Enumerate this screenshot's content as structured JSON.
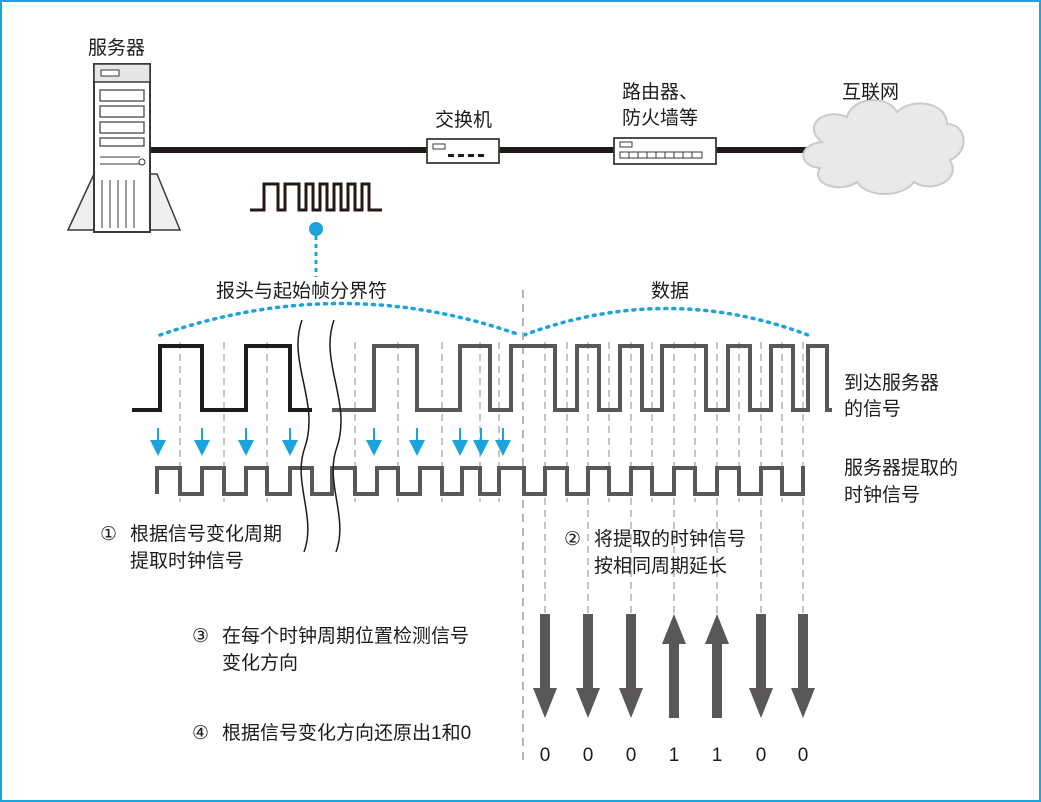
{
  "devices": {
    "server": "服务器",
    "switch": "交换机",
    "router_line1": "路由器、",
    "router_line2": "防火墙等",
    "internet": "互联网"
  },
  "sections": {
    "preamble": "报头与起始帧分界符",
    "data": "数据"
  },
  "signals": {
    "received_line1": "到达服务器",
    "received_line2": "的信号",
    "clock_line1": "服务器提取的",
    "clock_line2": "时钟信号"
  },
  "steps": [
    {
      "marker": "①",
      "line1": "根据信号变化周期",
      "line2": "提取时钟信号"
    },
    {
      "marker": "②",
      "line1": "将提取的时钟信号",
      "line2": "按相同周期延长"
    },
    {
      "marker": "③",
      "line1": "在每个时钟周期位置检测信号",
      "line2": "变化方向"
    },
    {
      "marker": "④",
      "line1": "根据信号变化方向还原出1和0",
      "line2": ""
    }
  ],
  "bits": [
    {
      "value": "0",
      "direction": "down"
    },
    {
      "value": "0",
      "direction": "down"
    },
    {
      "value": "0",
      "direction": "down"
    },
    {
      "value": "1",
      "direction": "up"
    },
    {
      "value": "1",
      "direction": "up"
    },
    {
      "value": "0",
      "direction": "down"
    },
    {
      "value": "0",
      "direction": "down"
    }
  ],
  "colors": {
    "border": "#1aa3dc",
    "accent_blue": "#1aa3dc",
    "cable": "#231815",
    "signal_dark": "#1c1c1c",
    "signal_gray": "#595757",
    "dashed_gray": "#b5b5b5",
    "cloud_fill": "#e9e9ea",
    "cloud_stroke": "#c9caca"
  }
}
